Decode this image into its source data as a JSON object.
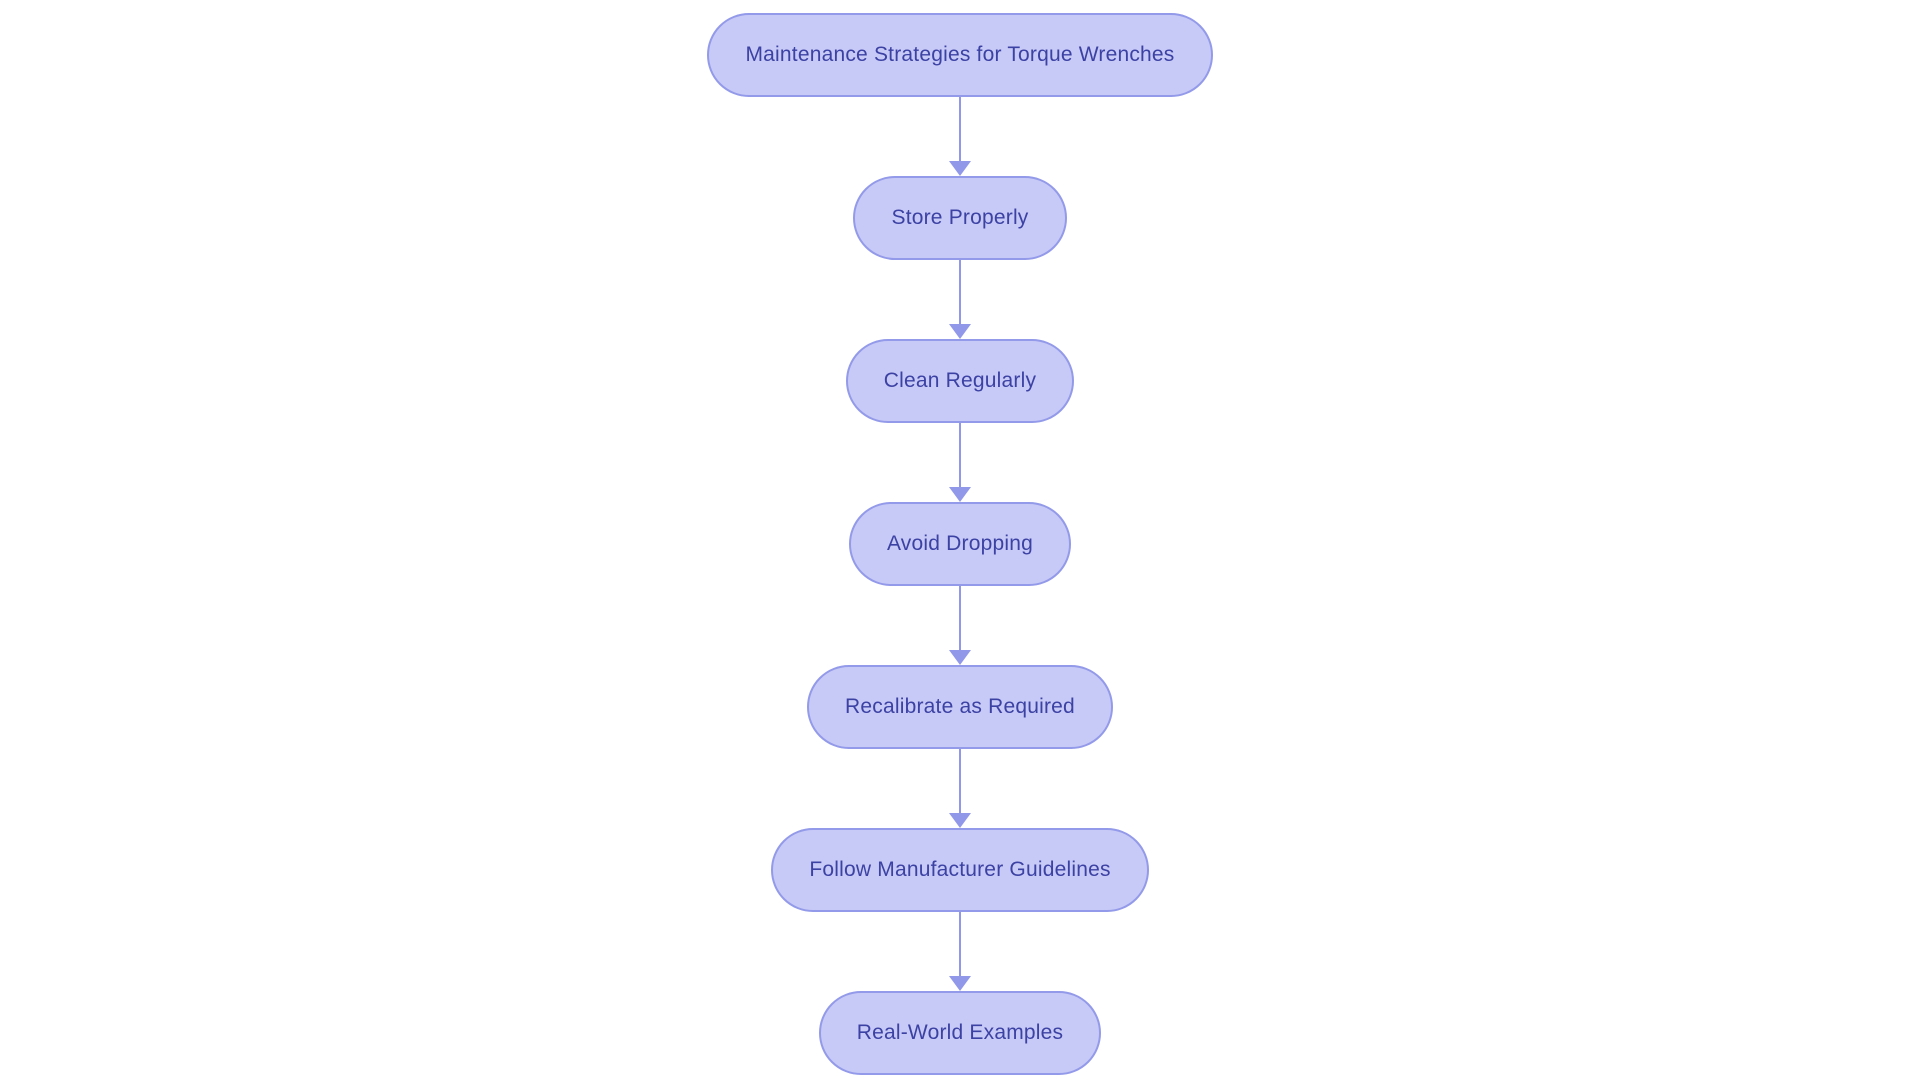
{
  "flowchart": {
    "type": "flowchart",
    "direction": "top-down",
    "nodes": [
      "Maintenance Strategies for Torque Wrenches",
      "Store Properly",
      "Clean Regularly",
      "Avoid Dropping",
      "Recalibrate as Required",
      "Follow Manufacturer Guidelines",
      "Real-World Examples"
    ],
    "colors": {
      "node_fill": "#c7c9f6",
      "node_border": "#939ae9",
      "node_text": "#3c42a4",
      "arrow": "#9198ea",
      "background": "#ffffff"
    }
  }
}
